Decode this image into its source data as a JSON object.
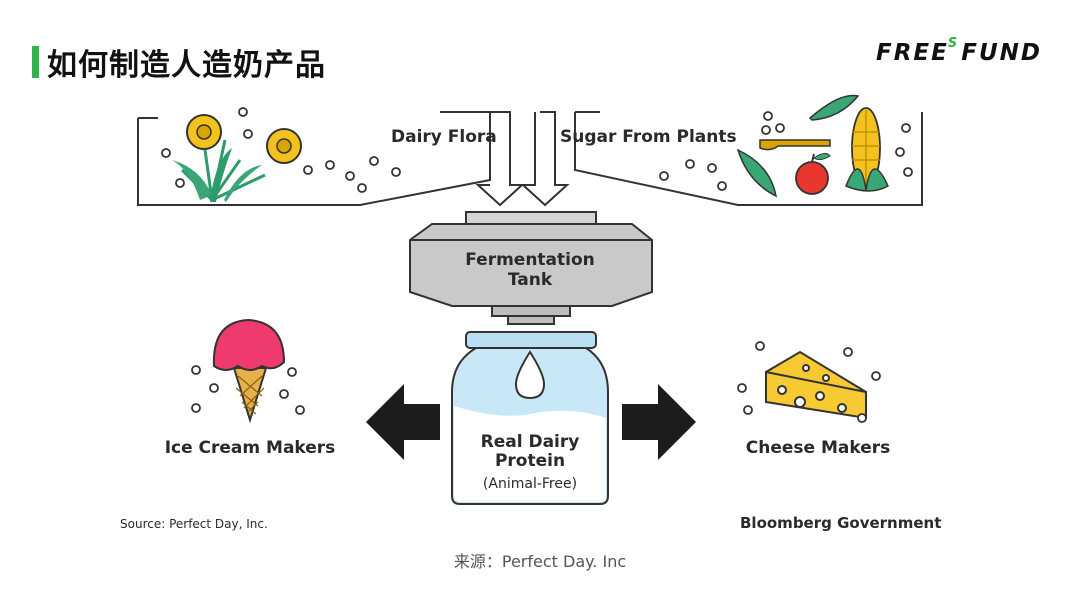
{
  "header": {
    "title": "如何制造人造奶产品",
    "logo_left": "FREE",
    "logo_sup": "S",
    "logo_right": "FUND",
    "accent_color": "#2fb34a"
  },
  "diagram": {
    "dairy_flora": "Dairy Flora",
    "sugar_from_plants": "Sugar From Plants",
    "tank_line1": "Fermentation",
    "tank_line2": "Tank",
    "jar_line1": "Real Dairy",
    "jar_line2": "Protein",
    "jar_line3": "(Animal-Free)",
    "ice_cream": "Ice Cream Makers",
    "cheese": "Cheese Makers",
    "source": "Source: Perfect Day, Inc.",
    "credit": "Bloomberg Government"
  },
  "caption": "来源：Perfect Day. Inc"
}
